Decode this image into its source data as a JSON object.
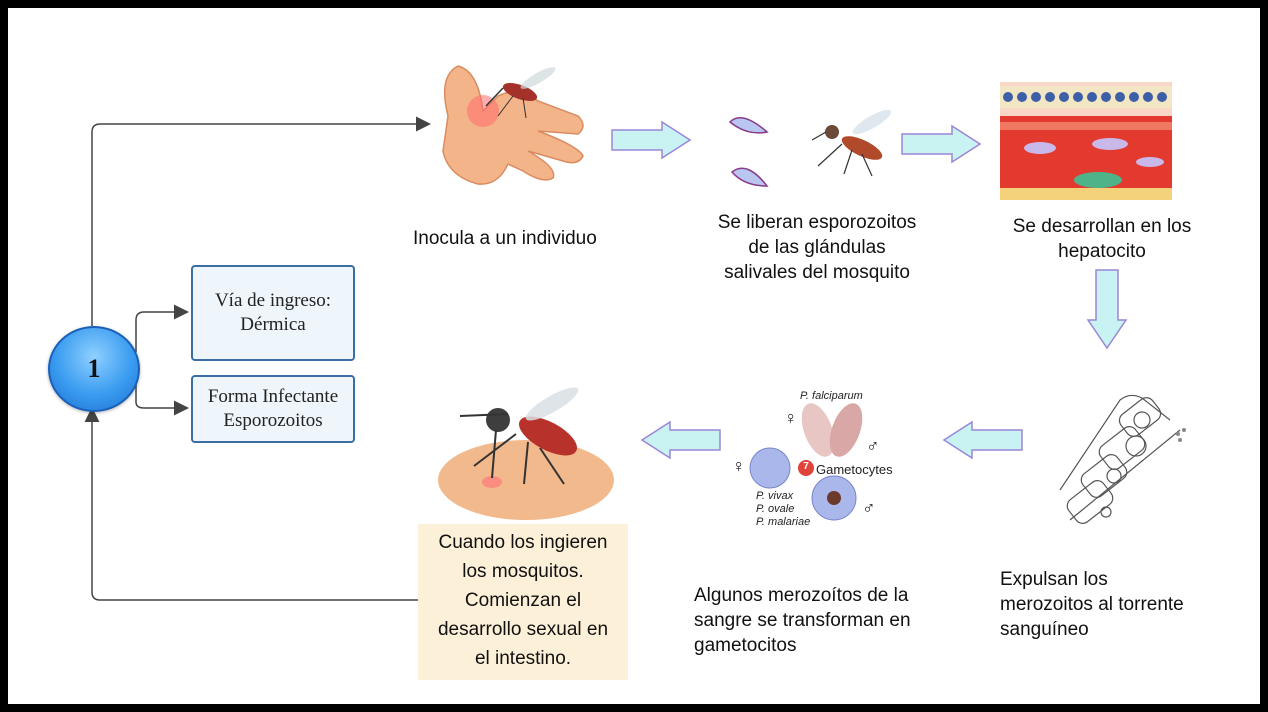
{
  "start_node": {
    "label": "1",
    "fill": "#3a9cf0"
  },
  "info_boxes": [
    {
      "text": "Vía de ingreso:\nDérmica"
    },
    {
      "text": "Forma Infectante\nEsporozoitos"
    }
  ],
  "steps": [
    {
      "text": "Inocula a un individuo"
    },
    {
      "text": "Se liberan esporozoitos\nde las glándulas\nsalivales del mosquito"
    },
    {
      "text": "Se desarrollan en los\nhepatocito"
    },
    {
      "text": "Expulsan los\nmerozoitos al torrente\nsanguíneo"
    },
    {
      "text": "Algunos merozoítos de la\nsangre se transforman en\ngametocitos"
    },
    {
      "text": "Cuando los ingieren\nlos mosquitos.\nComienzan el\ndesarrollo sexual en\nel intestino."
    }
  ],
  "gametocyte_figure": {
    "title": "P. falciparum",
    "center_label": "Gametocytes",
    "badge": "7",
    "species": [
      "P. vivax",
      "P. ovale",
      "P. malariae"
    ],
    "female_symbol": "♀",
    "male_symbol": "♂"
  },
  "colors": {
    "arrow_fill": "#c9f3f3",
    "arrow_stroke": "#9a86d8",
    "connector": "#444444",
    "box_border": "#3b6ea5"
  }
}
